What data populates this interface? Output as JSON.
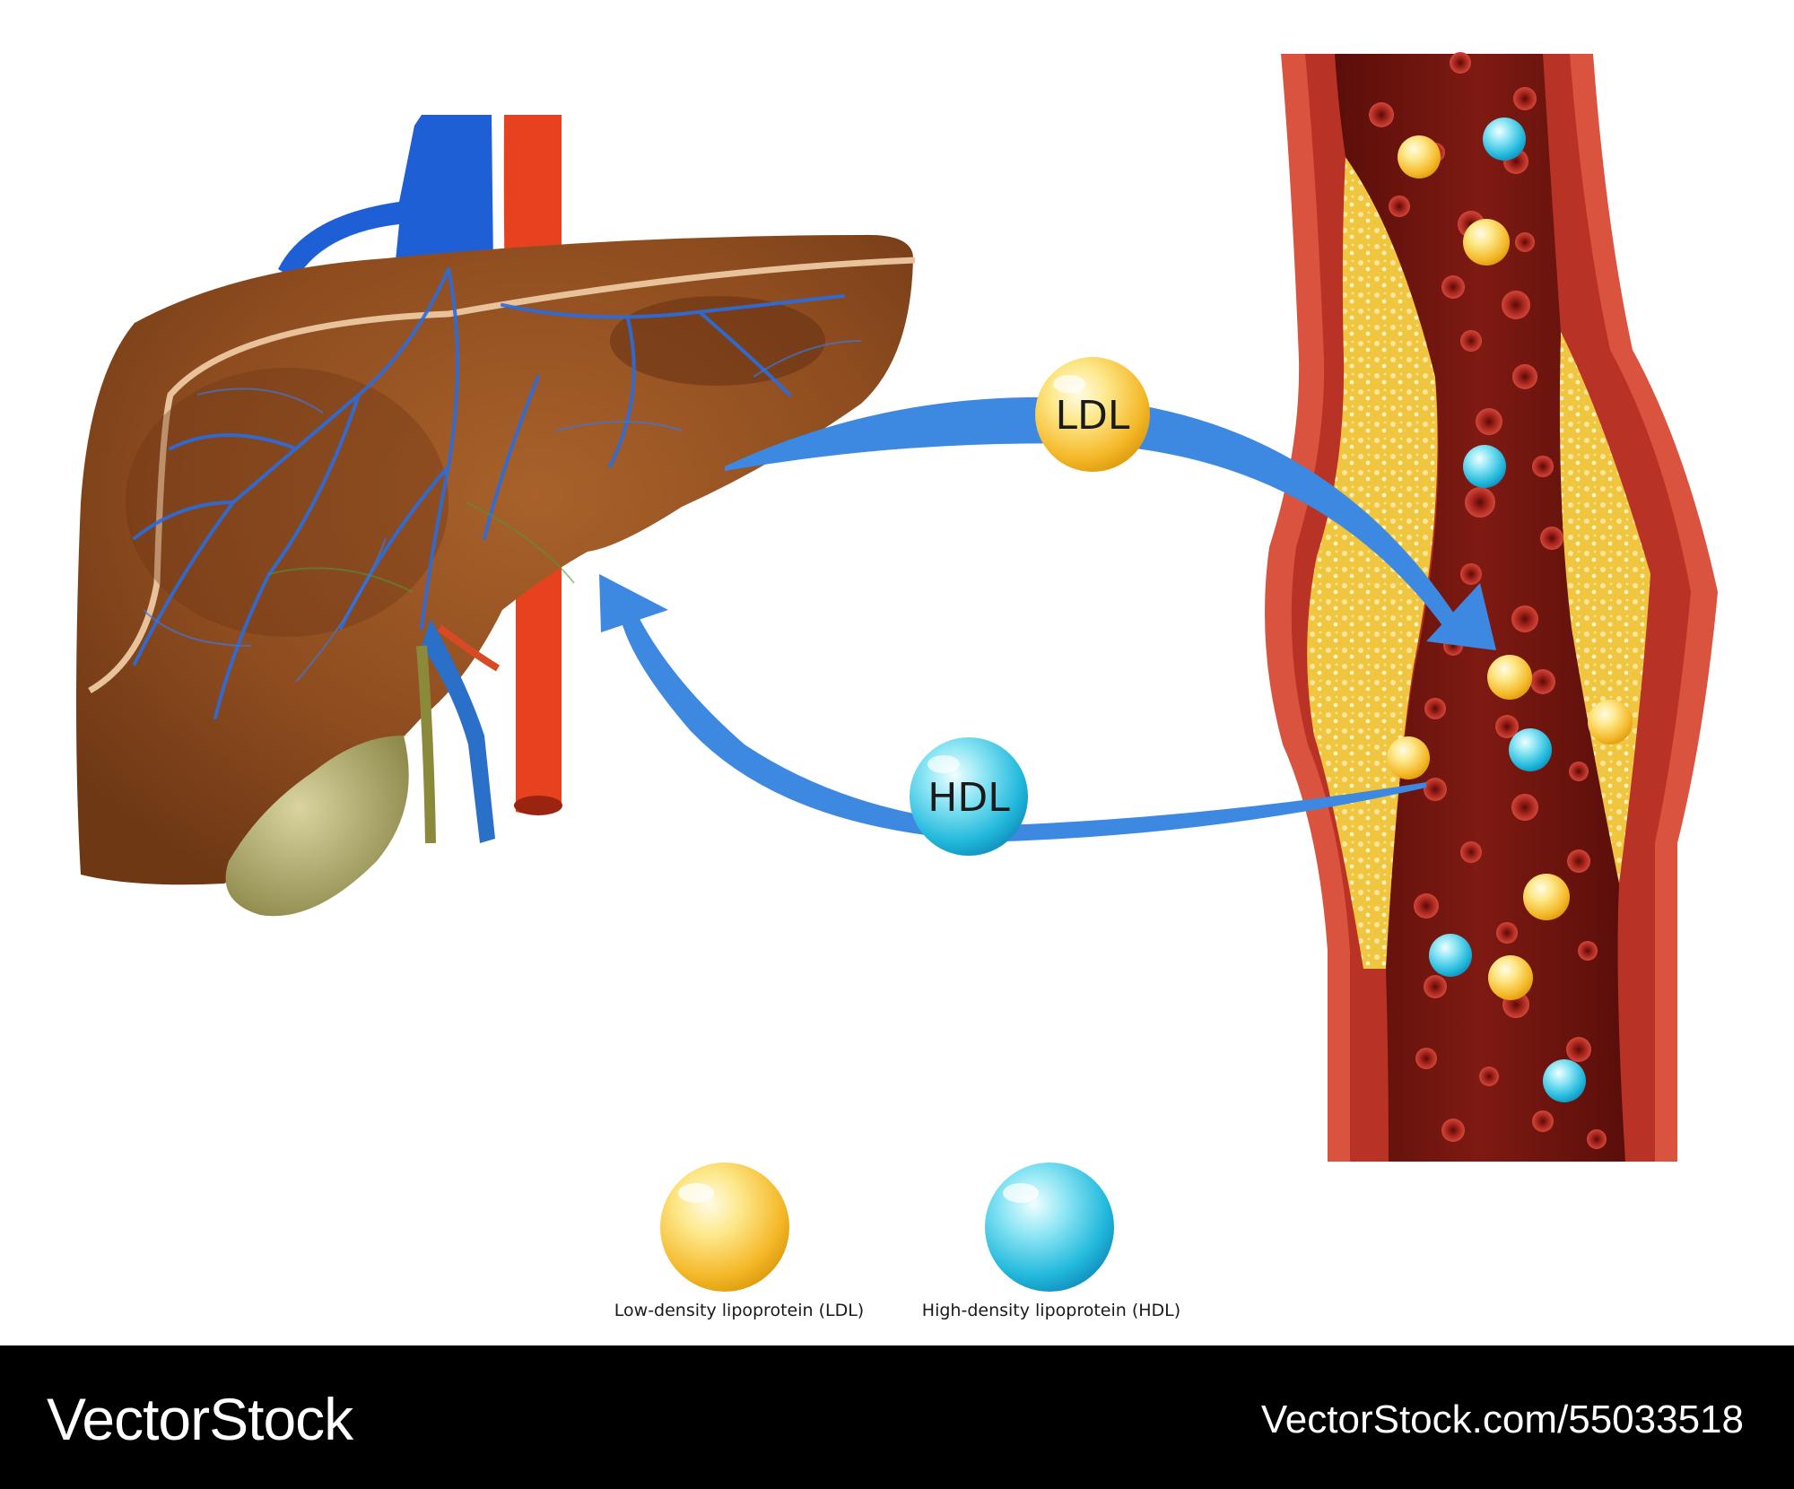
{
  "bubbles": {
    "ldl": {
      "label": "LDL"
    },
    "hdl": {
      "label": "HDL"
    }
  },
  "legend": {
    "ldl_label": "Low-density lipoprotein (LDL)",
    "hdl_label": "High-density lipoprotein (HDL)"
  },
  "watermark": {
    "brand": "VectorStock",
    "url": "VectorStock.com/55033518"
  },
  "colors": {
    "arrow": "#3d88e0",
    "ldl": "#f5c23a",
    "hdl": "#2ec4e0",
    "liver": "#8a4a1e",
    "artery_wall": "#c8473a",
    "plaque": "#f2cf52",
    "footer": "#000000"
  }
}
